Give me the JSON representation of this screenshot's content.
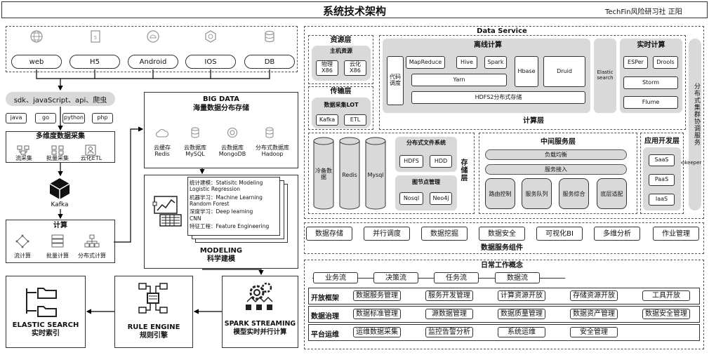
{
  "header": {
    "title": "系统技术架构",
    "author": "TechFin风险研习社 正阳"
  },
  "left": {
    "clients": [
      "web",
      "H5",
      "Android",
      "IOS",
      "DB"
    ],
    "sdk": "sdk、javaScript、api、爬虫",
    "langs": [
      "java",
      "go",
      "python",
      "php"
    ],
    "collect": {
      "title": "多维度数据采集",
      "items": [
        "流采集",
        "批量采集",
        "云化ETL"
      ]
    },
    "kafka": "Kafka",
    "compute": {
      "title": "计算",
      "items": [
        "流计算",
        "批量计算",
        "分布式计算"
      ]
    }
  },
  "bigdata": {
    "title1": "BIG DATA",
    "title2": "海量数据分布存储",
    "items": [
      [
        "云缓存",
        "Redis"
      ],
      [
        "云数据库",
        "MySQL"
      ],
      [
        "云数据库",
        "MongoDB"
      ],
      [
        "分布式数据库",
        "Hadoop"
      ]
    ]
  },
  "modeling": {
    "lines": [
      "统计建模：Statisitc Modeling",
      "Logistic Regression",
      "机器学习：Machine Learning",
      "Random Forest",
      "深度学习：Deep learning",
      "CNN",
      "特征工程：Feature Engineering"
    ],
    "title1": "MODELING",
    "title2": "科学建模"
  },
  "bottom": {
    "spark": {
      "t1": "SPARK STREAMING",
      "t2": "模型实时并行计算"
    },
    "rule": {
      "t1": "RULE ENGINE",
      "t2": "规则引擎"
    },
    "es": {
      "t1": "ELASTIC SEARCH",
      "t2": "实时索引"
    }
  },
  "ds": {
    "title": "Data Service",
    "res": {
      "title": "资源层",
      "sub": "主机资源",
      "a": "物理 X86",
      "b": "云化 X86"
    },
    "trans": {
      "title": "传输层",
      "sub": "数据采集LOT",
      "a": "Kafka",
      "b": "ETL"
    },
    "offline": {
      "title": "离线计算",
      "code": "代码调度",
      "mr": "MapReduce",
      "hive": "Hive",
      "spark": "Spark",
      "yarn": "Yarn",
      "hbase": "Hbase",
      "druid": "Druid",
      "hdfs": "HDFS2分布式存储",
      "es": "Elastic search"
    },
    "realtime": {
      "title": "实时计算",
      "esper": "ESPer",
      "drools": "Drools",
      "storm": "Storm",
      "flume": "Flume"
    },
    "computeLayer": "计算层",
    "zk": "分布式集群协调服务",
    "zkname": "Zookeeper",
    "storage": {
      "items": [
        "冷备数据",
        "Redis",
        "Mysql"
      ],
      "fs": "分布式文件系统",
      "hdfs": "HDFS",
      "hdd": "HDD",
      "graph": "图节点管理",
      "nosql": "Nosql",
      "neo4j": "Neo4j",
      "label": "存储层"
    },
    "middle": {
      "title": "中间服务层",
      "lb": "负载均衡",
      "sw": "服务接入",
      "items": [
        "路由控制",
        "服务队列",
        "服务综合",
        "底层适配"
      ]
    },
    "app": {
      "title": "应用开发层",
      "items": [
        "SaaS",
        "PaaS",
        "IaaS"
      ]
    }
  },
  "comp": {
    "items": [
      "数据存储",
      "并行调度",
      "数据挖掘",
      "数据安全",
      "可视化BI",
      "多维分析",
      "作业管理"
    ],
    "title": "数据服务组件"
  },
  "daily": {
    "title": "日常工作概念",
    "flows": [
      "业务流",
      "决策流",
      "任务流",
      "数据流"
    ],
    "rows": [
      {
        "label": "开放框架",
        "items": [
          "数据服务管理",
          "服务开发管理",
          "计算资源开放",
          "存储资源开放",
          "工具开放"
        ]
      },
      {
        "label": "数据治理",
        "items": [
          "数据标准管理",
          "源数据管理",
          "数据质量管理",
          "数据资产管理",
          "数据安全管理"
        ]
      },
      {
        "label": "平台运维",
        "items": [
          "运维数据采集",
          "监控告警分析",
          "系统运维",
          "安全管理"
        ]
      }
    ]
  }
}
